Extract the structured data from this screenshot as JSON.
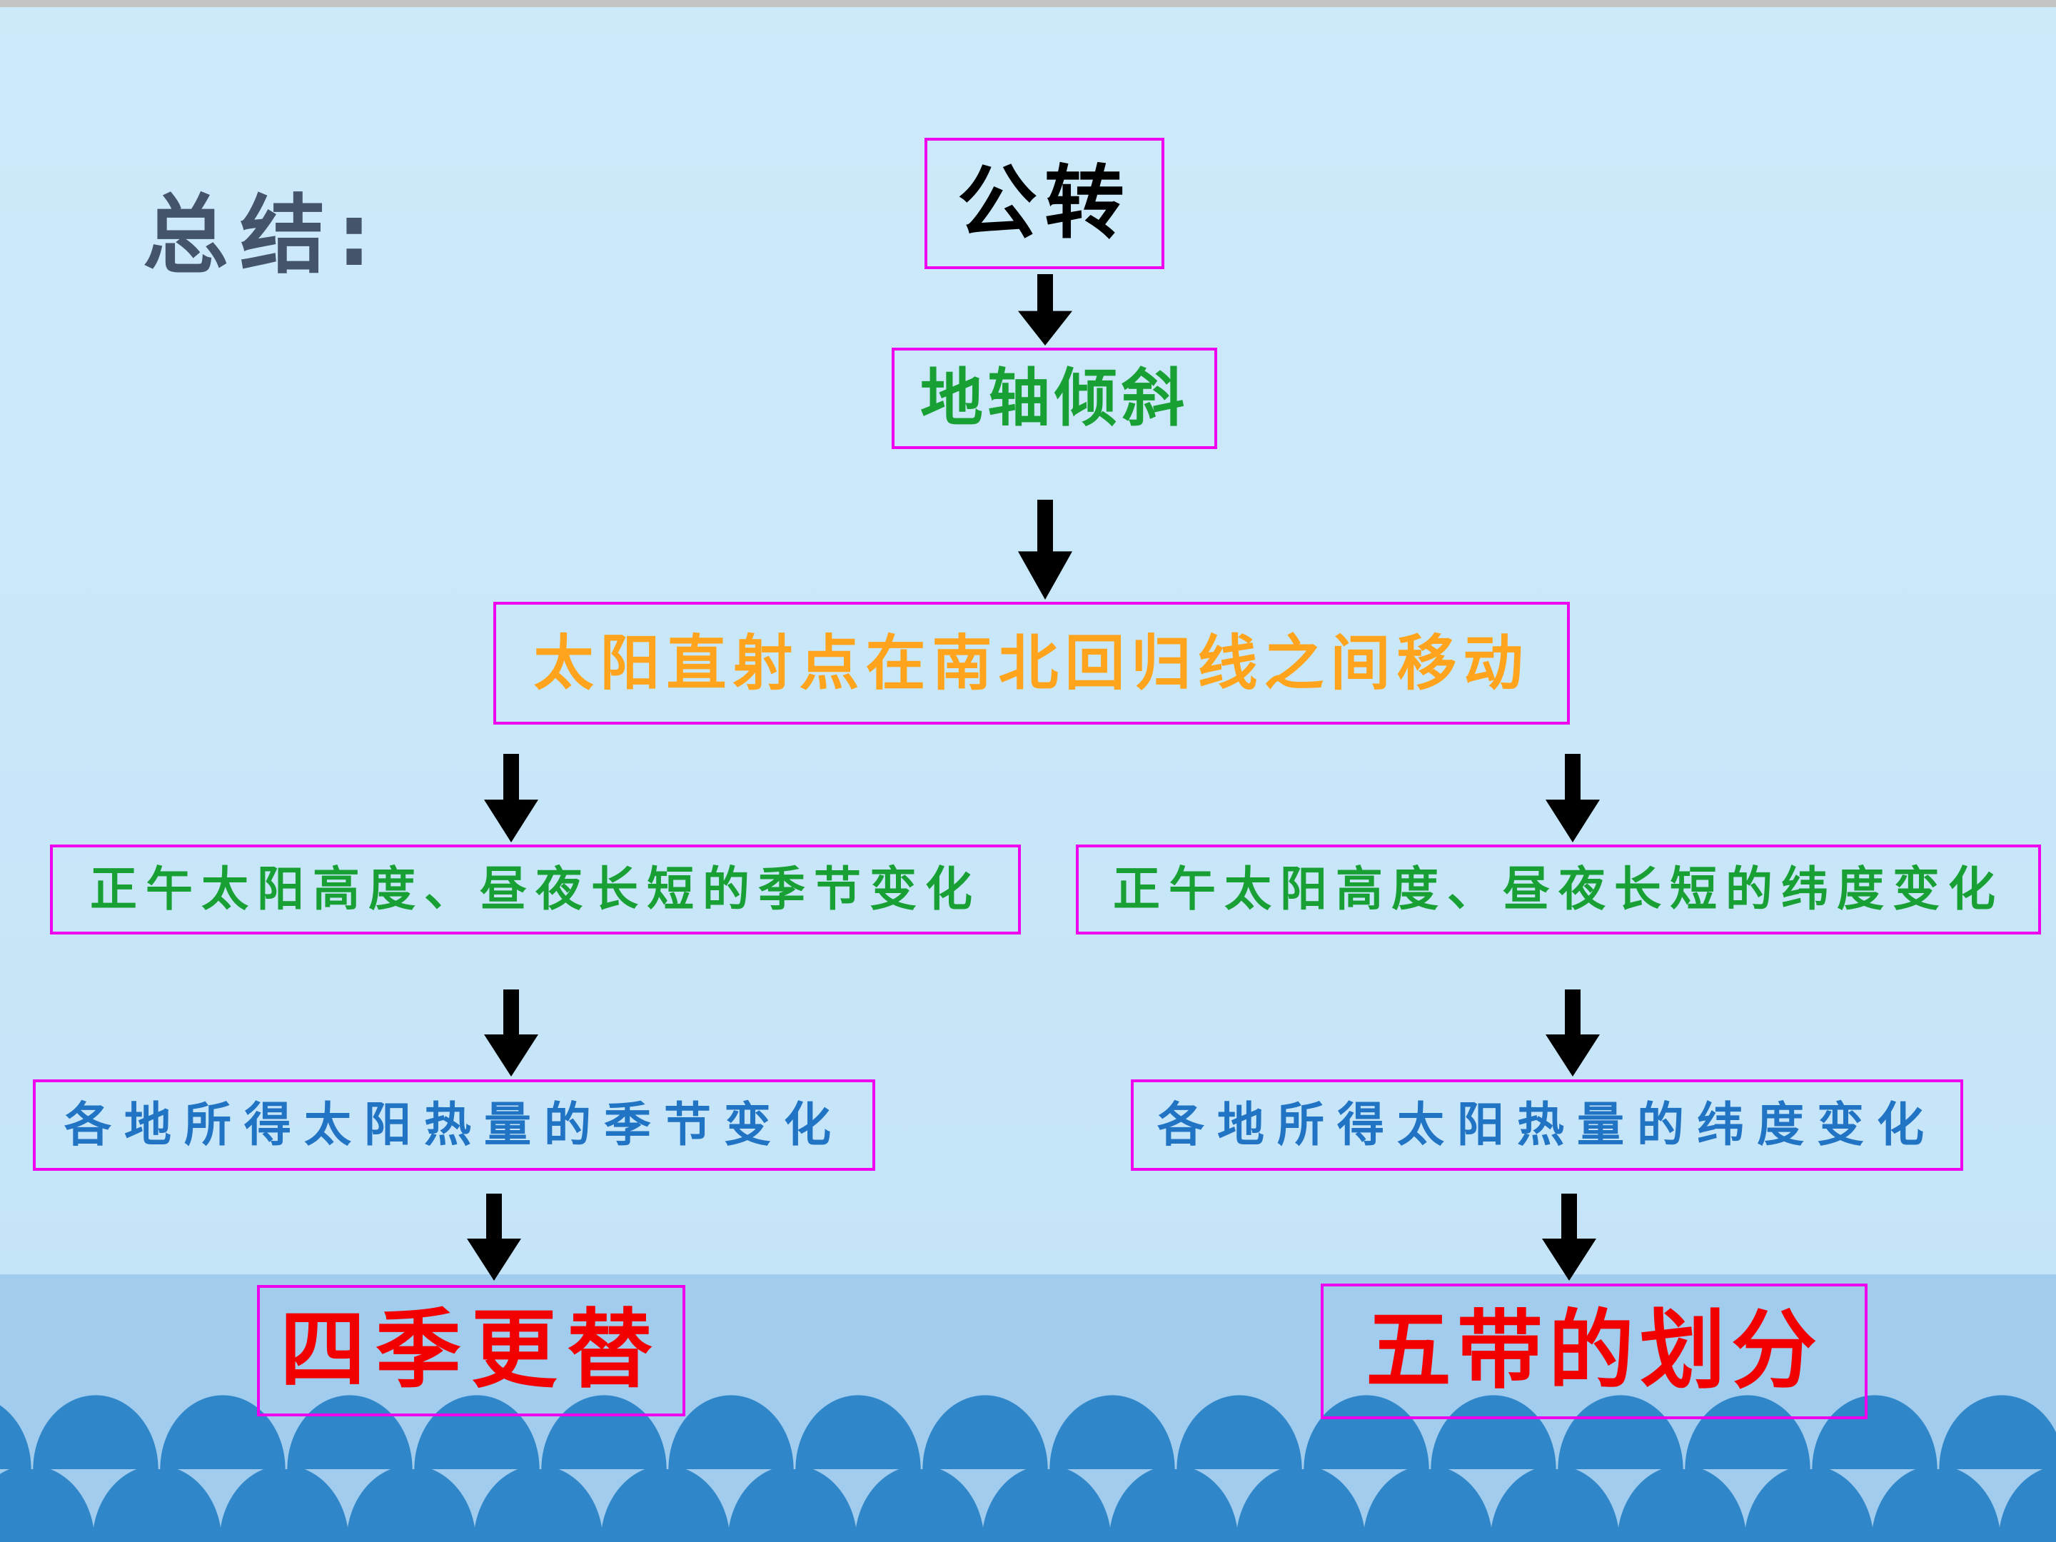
{
  "slide": {
    "title": "总结:",
    "nodes": {
      "revolution": {
        "label": "公转",
        "text_color": "#000000"
      },
      "axis_tilt": {
        "label": "地轴倾斜",
        "text_color": "#18a035"
      },
      "direct_point": {
        "label": "太阳直射点在南北回归线之间移动",
        "text_color": "#ffa41c"
      },
      "noon_seasonal": {
        "label": "正午太阳高度、昼夜长短的季节变化",
        "text_color": "#18a035"
      },
      "noon_latitude": {
        "label": "正午太阳高度、昼夜长短的纬度变化",
        "text_color": "#18a035"
      },
      "heat_seasonal": {
        "label": "各地所得太阳热量的季节变化",
        "text_color": "#2173c4"
      },
      "heat_latitude": {
        "label": "各地所得太阳热量的纬度变化",
        "text_color": "#2173c4"
      },
      "four_seasons": {
        "label": "四季更替",
        "text_color": "#f20000"
      },
      "five_zones": {
        "label": "五带的划分",
        "text_color": "#f20000"
      }
    },
    "edges": [
      {
        "from": "revolution",
        "to": "axis_tilt"
      },
      {
        "from": "axis_tilt",
        "to": "direct_point"
      },
      {
        "from": "direct_point",
        "to": "noon_seasonal"
      },
      {
        "from": "direct_point",
        "to": "noon_latitude"
      },
      {
        "from": "noon_seasonal",
        "to": "heat_seasonal"
      },
      {
        "from": "noon_latitude",
        "to": "heat_latitude"
      },
      {
        "from": "heat_seasonal",
        "to": "four_seasons"
      },
      {
        "from": "heat_latitude",
        "to": "five_zones"
      }
    ],
    "palette": {
      "background": "#c8e7f9",
      "box_border": "#ee00ee",
      "arrow": "#000000",
      "title_color": "#44546a",
      "water_band": "#a2ccee",
      "wave": "#2f86c8",
      "top_strip": "#c4c4c4"
    }
  }
}
